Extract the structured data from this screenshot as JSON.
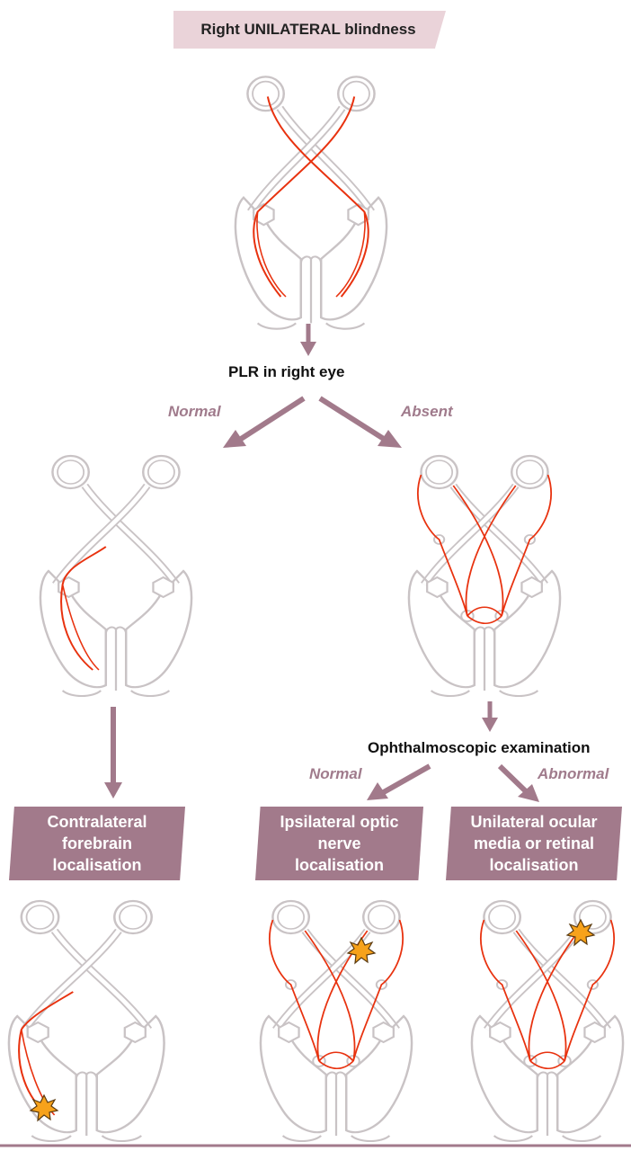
{
  "title": "Right UNILATERAL blindness",
  "question_plr": "PLR in right eye",
  "plr_normal": "Normal",
  "plr_absent": "Absent",
  "question_ophth": "Ophthalmoscopic examination",
  "ophth_normal": "Normal",
  "ophth_abnormal": "Abnormal",
  "results": {
    "contralateral": "Contralateral forebrain localisation",
    "optic_nerve": "Ipsilateral optic nerve localisation",
    "ocular": "Unilateral ocular media or retinal localisation"
  },
  "colors": {
    "pathway": "#e8320f",
    "outline": "#c9c3c5",
    "arrow": "#a27a8b",
    "box": "#a27a8b",
    "title_box": "#ead3d9",
    "branch_text": "#a07b8c",
    "lesion": "#f7a21b"
  }
}
